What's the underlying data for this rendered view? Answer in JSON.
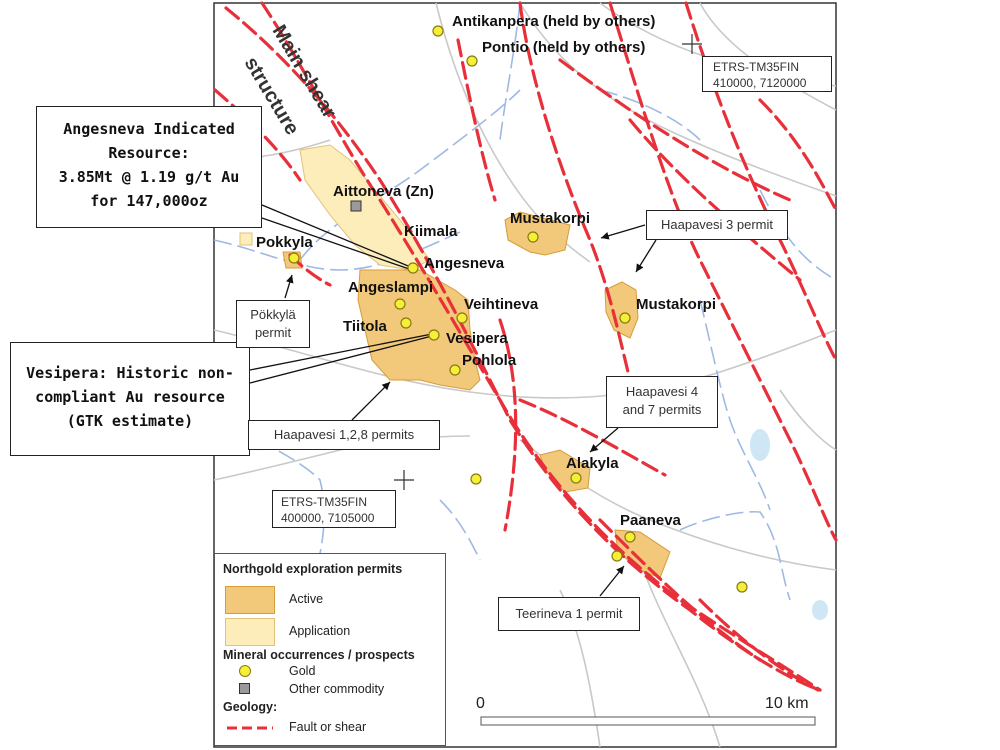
{
  "colors": {
    "active_permit": "#f2c87a",
    "application_permit": "#fcedbb",
    "fault": "#e8303a",
    "gold": "#f5ef38",
    "other_commodity": "#9a9a9a",
    "road": "#c8c8c8",
    "stream": "#9fb9e4",
    "lake": "#cfe7f4"
  },
  "structure_label": {
    "line1": "Main shear",
    "line2": "structure"
  },
  "callouts": {
    "angesneva": "Angesneva Indicated Resource: 3.85Mt @ 1.19 g/t Au for 147,000oz",
    "angesneva_lines": [
      "Angesneva Indicated",
      "Resource:",
      "3.85Mt @ 1.19 g/t Au",
      "for 147,000oz"
    ],
    "vesipera_lines": [
      "Vesipera: Historic non-",
      "compliant Au resource",
      "(GTK estimate)"
    ]
  },
  "permit_labels": {
    "pokkyla": [
      "Pökkylä",
      "permit"
    ],
    "haapavesi128": "Haapavesi 1,2,8 permits",
    "haapavesi3": "Haapavesi 3 permit",
    "haapavesi47": [
      "Haapavesi 4",
      "and 7 permits"
    ],
    "teerineva": "Teerineva 1 permit"
  },
  "coordinates": {
    "ne": [
      "ETRS-TM35FIN",
      "410000, 7120000"
    ],
    "sw": [
      "ETRS-TM35FIN",
      "400000, 7105000"
    ]
  },
  "place_labels": {
    "antikanpera": "Antikanpera (held by others)",
    "pontio": "Pontio (held by others)",
    "aittoneva": "Aittoneva (Zn)",
    "kiimala": "Kiimala",
    "pokkyla": "Pokkyla",
    "angesneva": "Angesneva",
    "angeslampi": "Angeslampi",
    "veihtineva": "Veihtineva",
    "tiitola": "Tiitola",
    "vesipera": "Vesipera",
    "pohlola": "Pohlola",
    "mustakorpi_w": "Mustakorpi",
    "mustakorpi_e": "Mustakorpi",
    "alakyla": "Alakyla",
    "paaneva": "Paaneva"
  },
  "scale_bar": {
    "start": "0",
    "end": "10 km"
  },
  "legend": {
    "title": "Northgold exploration permits",
    "active": "Active",
    "application": "Application",
    "occurrences_title": "Mineral occurrences / prospects",
    "gold": "Gold",
    "other": "Other commodity",
    "geology_title": "Geology:",
    "fault": "Fault or shear"
  }
}
